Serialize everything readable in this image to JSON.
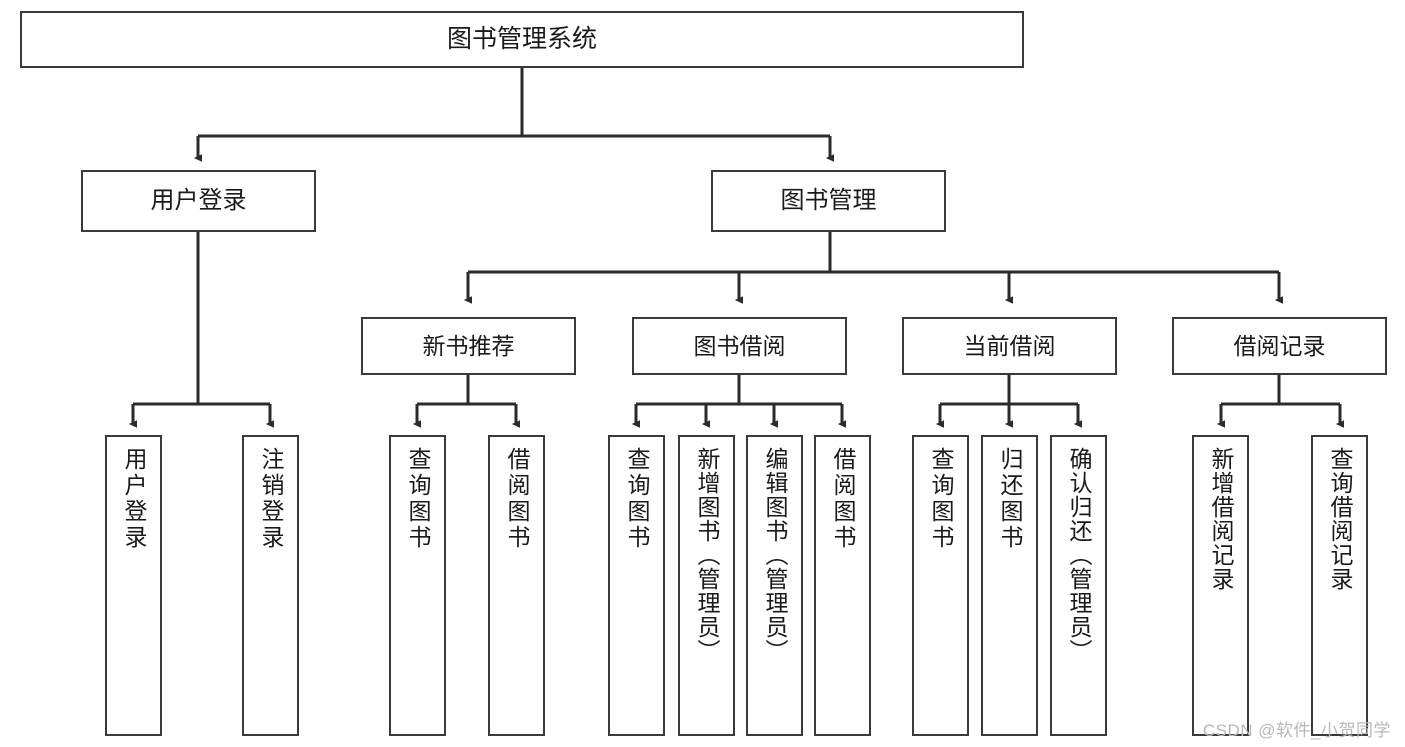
{
  "diagram": {
    "title": "图书管理系统",
    "type": "tree-hierarchy-diagram",
    "style": {
      "background": "#ffffff",
      "box_border": "#3a3a3a",
      "box_fill": "#ffffff",
      "text_color": "#1a1a1a",
      "connector_color": "#2b2b2b",
      "watermark_color": "#b8b8b8"
    },
    "root": {
      "label": "图书管理系统"
    },
    "level2": [
      {
        "label": "用户登录"
      },
      {
        "label": "图书管理"
      }
    ],
    "level3": [
      {
        "label": "新书推荐"
      },
      {
        "label": "图书借阅"
      },
      {
        "label": "当前借阅"
      },
      {
        "label": "借阅记录"
      }
    ],
    "leaves": {
      "user_login": [
        {
          "label": "用户登录"
        },
        {
          "label": "注销登录"
        }
      ],
      "new_book_recommend": [
        {
          "label": "查询图书"
        },
        {
          "label": "借阅图书"
        }
      ],
      "book_borrow": [
        {
          "label": "查询图书"
        },
        {
          "label": "新增图书（管理员）"
        },
        {
          "label": "编辑图书（管理员）"
        },
        {
          "label": "借阅图书"
        }
      ],
      "current_borrow": [
        {
          "label": "查询图书"
        },
        {
          "label": "归还图书"
        },
        {
          "label": "确认归还（管理员）"
        }
      ],
      "borrow_record": [
        {
          "label": "新增借阅记录"
        },
        {
          "label": "查询借阅记录"
        }
      ]
    }
  },
  "watermark": {
    "text": "CSDN @软件_小贺同学"
  }
}
